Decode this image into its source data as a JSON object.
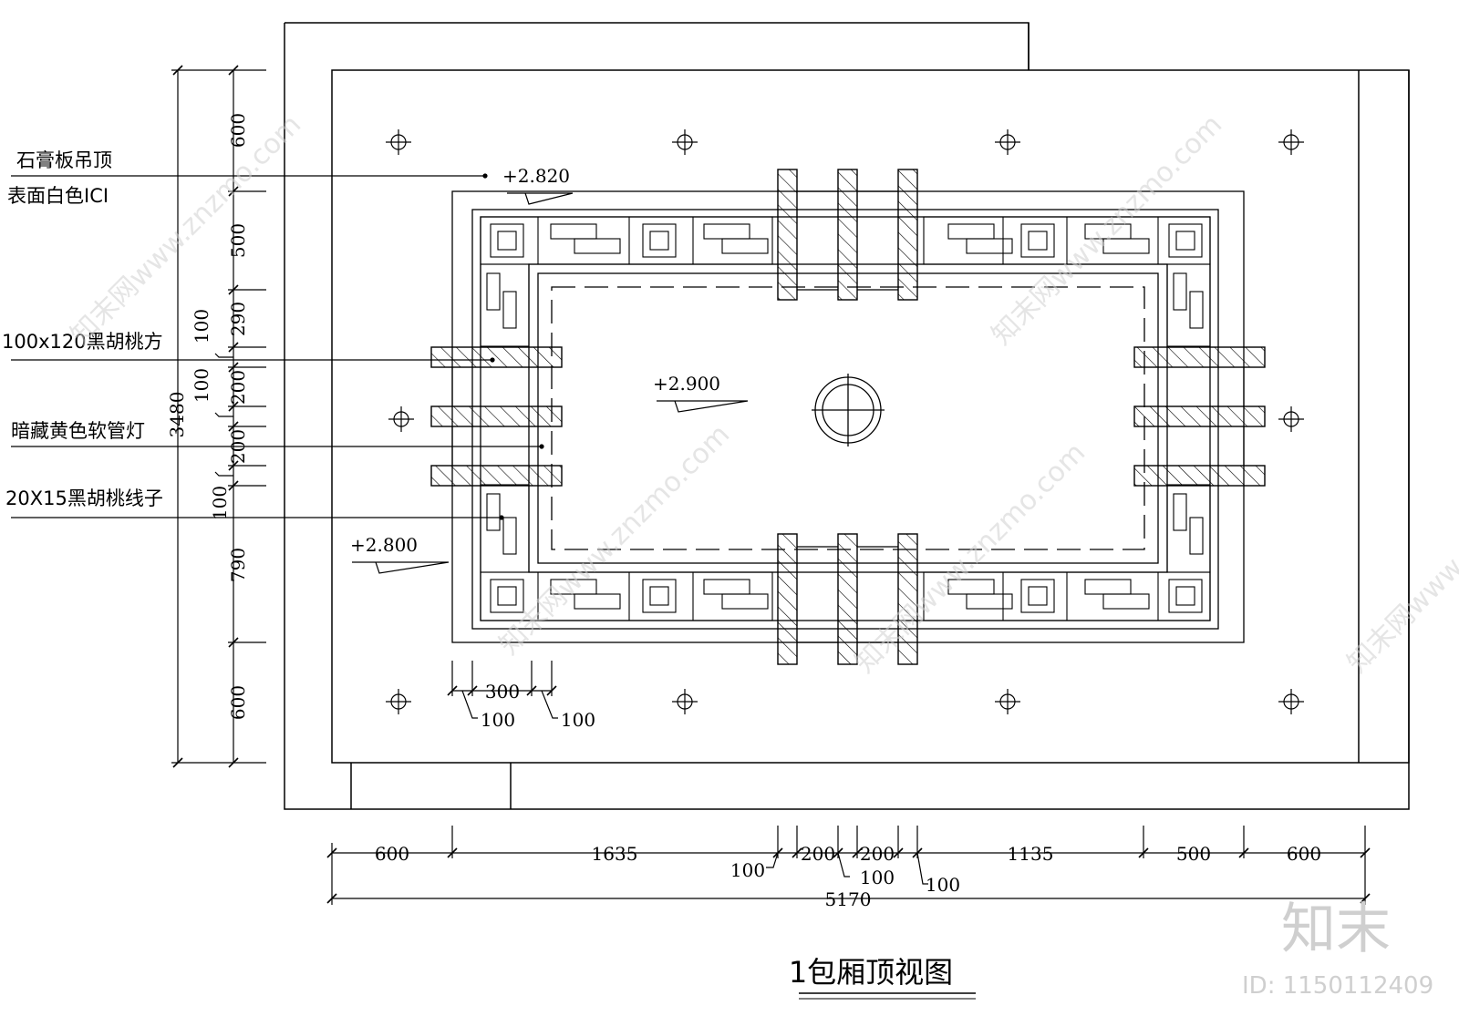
{
  "title": "1包厢顶视图",
  "annotations": {
    "ceiling_board": "石膏板吊顶",
    "surface_finish": "表面白色ICI",
    "walnut_beam": "100x120黑胡桃方",
    "hidden_light": "暗藏黄色软管灯",
    "walnut_trim": "20X15黑胡桃线子"
  },
  "elevations": {
    "upper": "+2.820",
    "center": "+2.900",
    "lower": "+2.800"
  },
  "left_dims": {
    "total": "3480",
    "d600_top": "600",
    "d500": "500",
    "d290": "290",
    "d100_a": "100",
    "d200_a": "200",
    "d100_b": "100",
    "d200_b": "200",
    "d100_c": "100",
    "d790": "790",
    "d600_bottom": "600"
  },
  "bottom_dims": {
    "d600_left": "600",
    "d1635": "1635",
    "d100_a": "100",
    "d200_a": "200",
    "d200_b": "200",
    "d100_b": "100",
    "d100_c": "100",
    "d1135": "1135",
    "d500": "500",
    "d600_right": "600",
    "total": "5170"
  },
  "detail_dims": {
    "d300": "300",
    "d100_left": "100",
    "d100_right": "100"
  },
  "watermark": {
    "site": "知末网www.znzmo.com",
    "brand": "知末",
    "id": "ID: 1150112409"
  }
}
